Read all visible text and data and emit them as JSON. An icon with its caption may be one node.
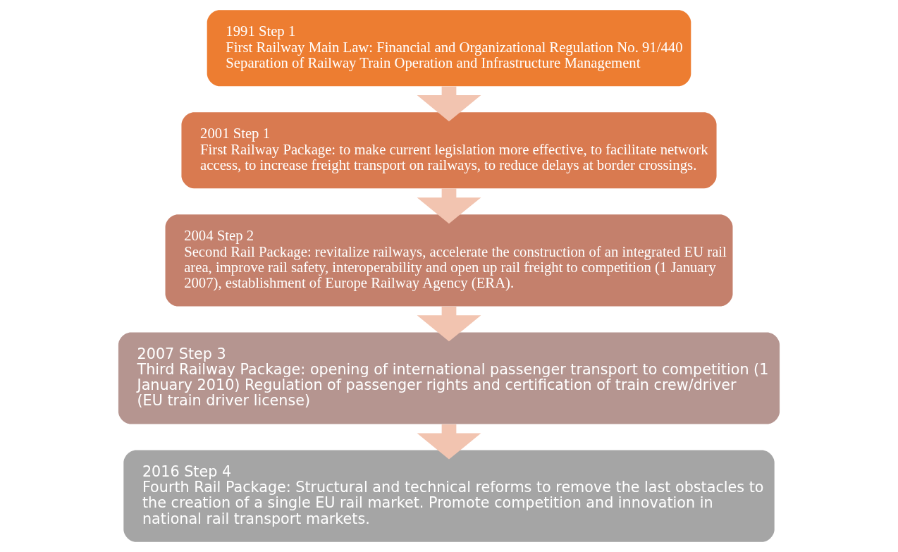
{
  "diagram": {
    "nodes": [
      {
        "text": [
          "1991 Step 1",
          "First Railway Main Law: Financial and Organizational Regulation No. 91/440",
          "Separation of Railway Train Operation and Infrastructure Management"
        ]
      },
      {
        "text": [
          "2001 Step 1",
          "First Railway Package: to make current legislation more effective, to facilitate network access, to increase freight transport on railways, to reduce delays at border crossings."
        ]
      },
      {
        "text": [
          "2004 Step 2",
          "Second Rail Package: revitalize railways, accelerate the construction of an integrated EU rail area, improve rail safety, interoperability and open up rail freight to competition (1 January 2007), establishment of Europe Railway Agency (ERA)."
        ]
      },
      {
        "text": [
          "2007 Step 3",
          "Third Railway Package: opening of international passenger transport to competition (1 January 2010) Regulation of passenger rights and certification of train crew/driver (EU train driver license)"
        ]
      },
      {
        "text": [
          "2016 Step 4",
          "Fourth Rail Package: Structural and technical reforms to remove the last obstacles to the creation of a single EU rail market. Promote competition and innovation in national rail transport markets."
        ]
      }
    ],
    "edges": [
      {
        "from": 0,
        "to": 1,
        "arrow": "to"
      },
      {
        "from": 1,
        "to": 2,
        "arrow": "to"
      },
      {
        "from": 2,
        "to": 3,
        "arrow": "to"
      },
      {
        "from": 3,
        "to": 4,
        "arrow": "to"
      }
    ]
  }
}
